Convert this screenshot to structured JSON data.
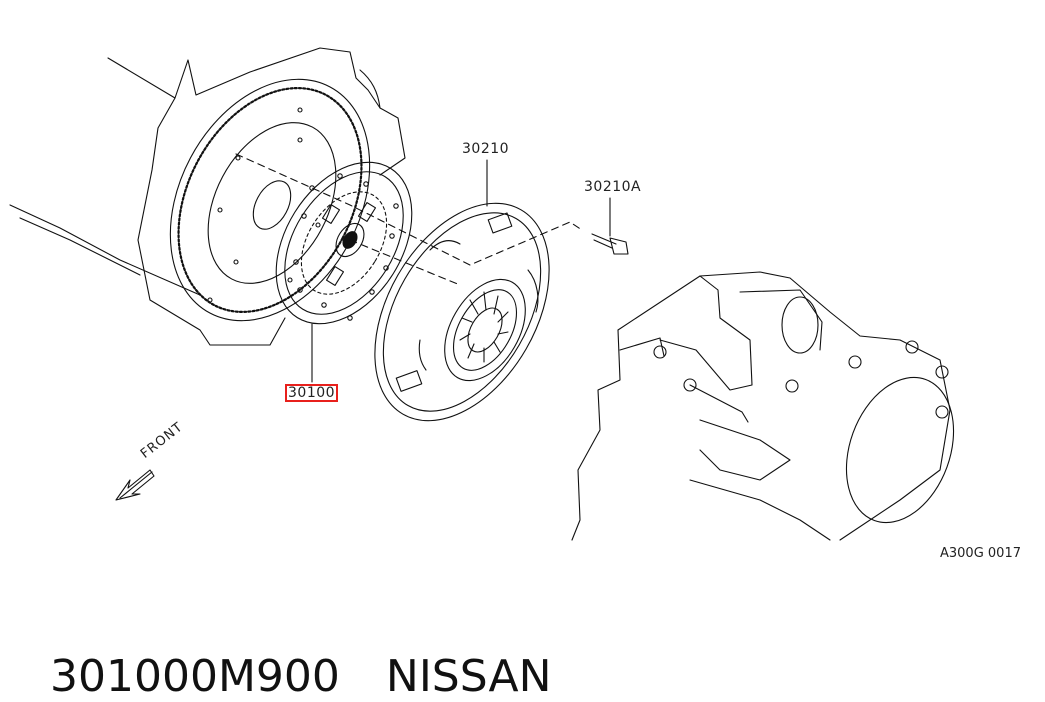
{
  "diagram": {
    "callouts": {
      "clutch_disc": "30100",
      "clutch_cover": "30210",
      "cover_bolt": "30210A"
    },
    "direction_label": "FRONT",
    "drawing_id": "A300G 0017",
    "highlight_color": "#e8201c"
  },
  "part": {
    "number": "301000M900",
    "brand": "NISSAN"
  }
}
